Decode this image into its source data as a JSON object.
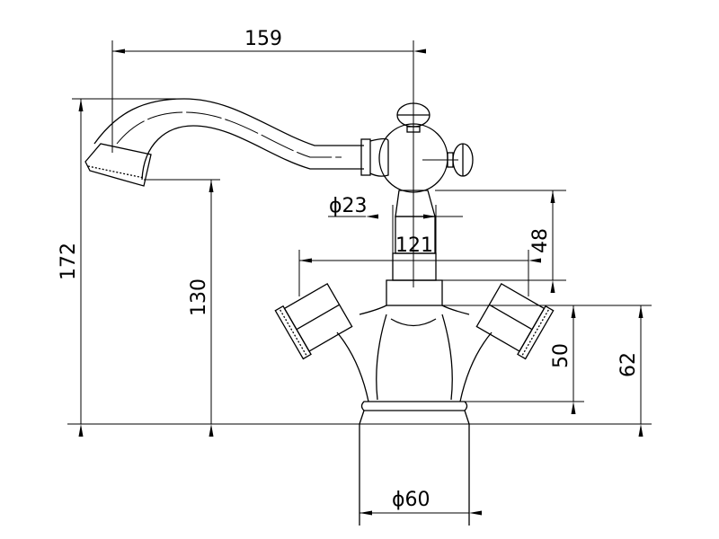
{
  "title": "Faucet technical drawing",
  "dimensions": {
    "spout_reach": "159",
    "total_height": "172",
    "spout_height": "130",
    "stem_diameter": "ϕ23",
    "handle_span": "121",
    "stem_height": "48",
    "handle_height": "50",
    "body_height": "62",
    "base_diameter": "ϕ60"
  },
  "colors": {
    "line": "#000000",
    "background": "#ffffff"
  }
}
